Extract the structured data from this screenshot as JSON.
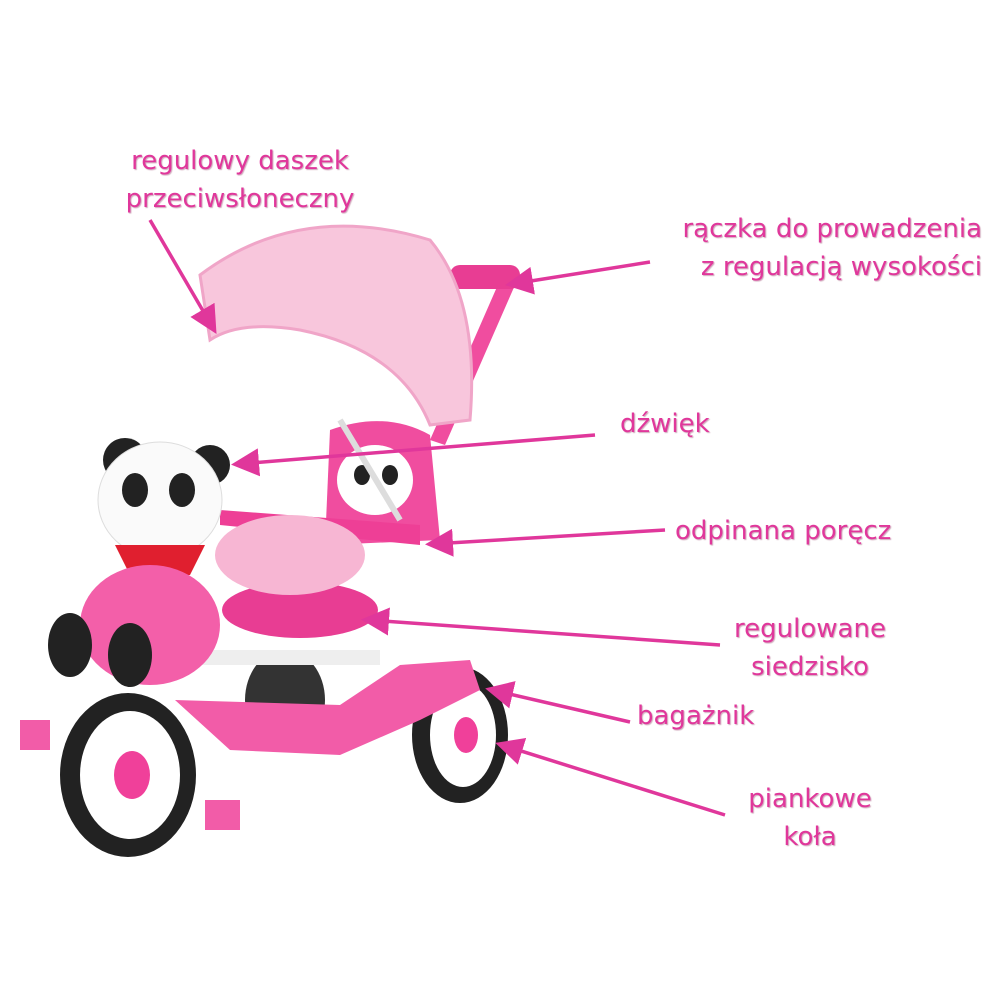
{
  "accent_color": "#e0379b",
  "labels": {
    "canopy": [
      "regulowy daszek",
      "przeciwsłoneczny"
    ],
    "handle": [
      "rączka do prowadzenia",
      "z regulacją wysokości"
    ],
    "sound": [
      "dźwięk"
    ],
    "rail": [
      "odpinana poręcz"
    ],
    "seat": [
      "regulowane",
      "siedzisko"
    ],
    "trunk": [
      "bagażnik"
    ],
    "wheels": [
      "piankowe",
      "koła"
    ]
  }
}
